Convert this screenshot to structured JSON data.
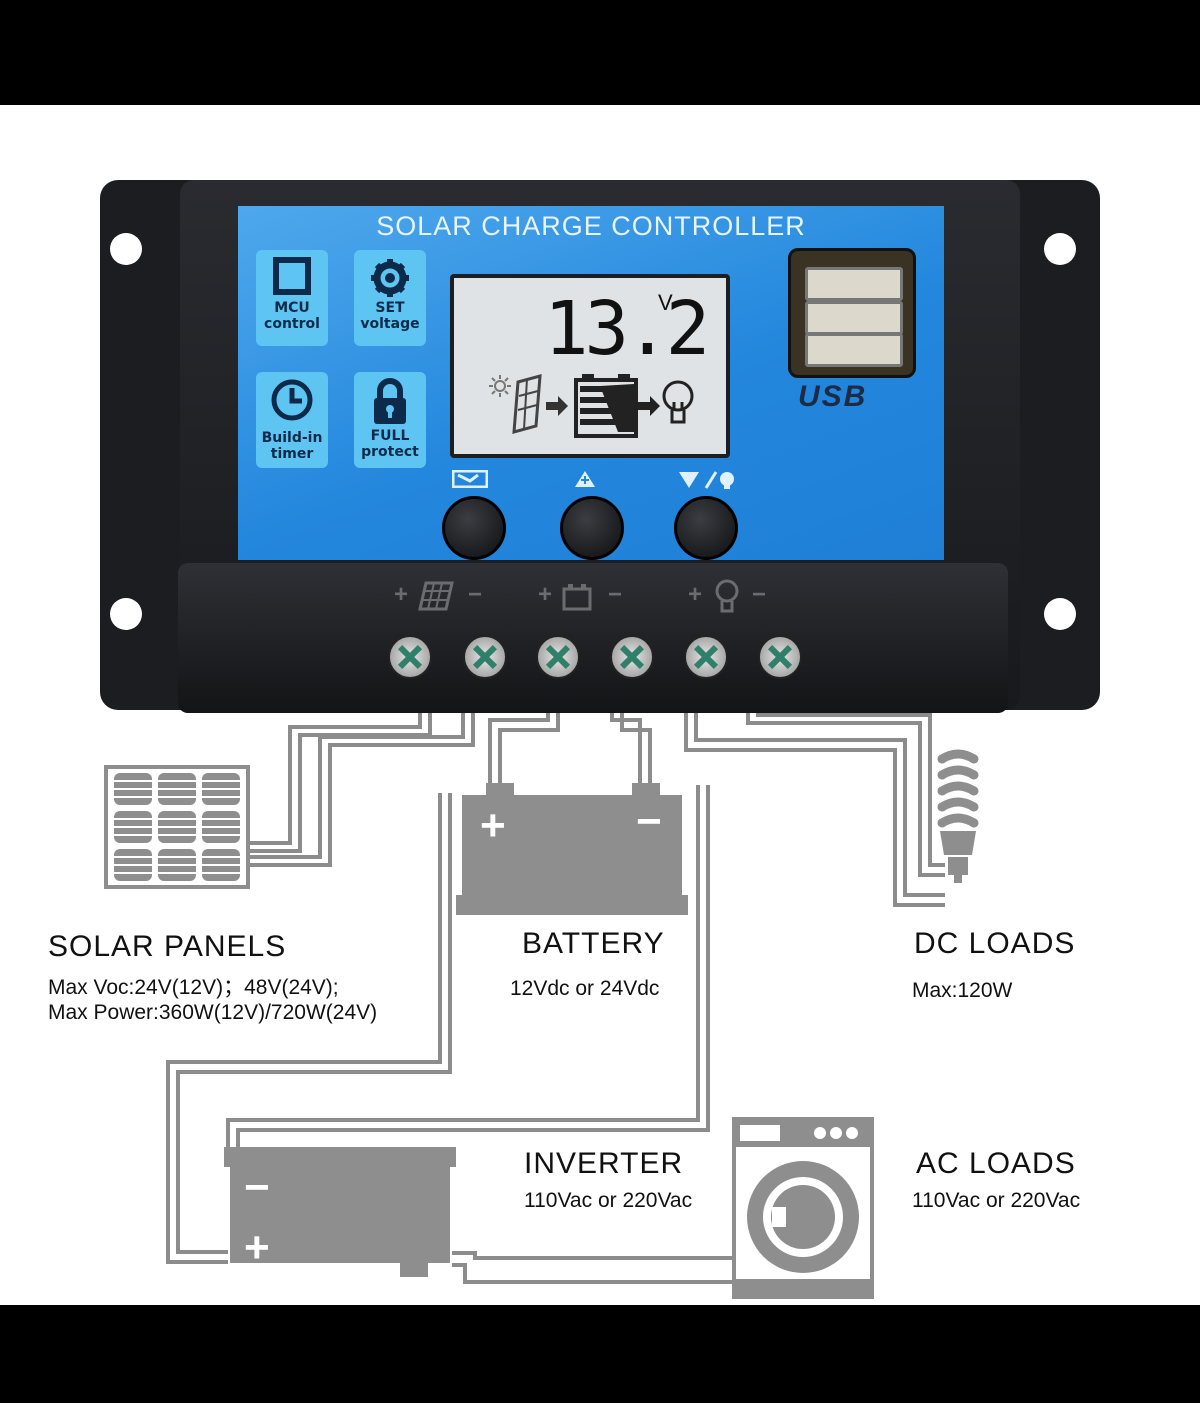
{
  "controller": {
    "title": "SOLAR CHARGE CONTROLLER",
    "lcd_reading": "13.2",
    "lcd_unit": "V",
    "features": [
      {
        "icon": "chip-icon",
        "label_line1": "MCU",
        "label_line2": "control"
      },
      {
        "icon": "gear-icon",
        "label_line1": "SET",
        "label_line2": "voltage"
      },
      {
        "icon": "clock-icon",
        "label_line1": "Build-in",
        "label_line2": "timer"
      },
      {
        "icon": "lock-icon",
        "label_line1": "FULL",
        "label_line2": "protect"
      }
    ],
    "usb_label": "USB",
    "terminal_symbols": [
      "+",
      "−",
      "+",
      "−",
      "+",
      "−"
    ]
  },
  "components": {
    "solar_panels": {
      "title": "SOLAR  PANELS",
      "spec_line1": "Max  Voc:24V(12V)；48V(24V);",
      "spec_line2": "Max  Power:360W(12V)/720W(24V)"
    },
    "battery": {
      "title": "BATTERY",
      "spec": "12Vdc  or  24Vdc",
      "plus": "+",
      "minus": "−"
    },
    "dc_loads": {
      "title": "DC  LOADS",
      "spec": "Max:120W"
    },
    "inverter": {
      "title": "INVERTER",
      "spec": "110Vac  or  220Vac",
      "plus": "+",
      "minus": "−"
    },
    "ac_loads": {
      "title": "AC  LOADS",
      "spec": "110Vac  or  220Vac"
    }
  },
  "colors": {
    "faceplate": "#2387dd",
    "housing": "#1c1d21",
    "wire": "#8c8c8c",
    "component_fill": "#8e8e8e"
  }
}
